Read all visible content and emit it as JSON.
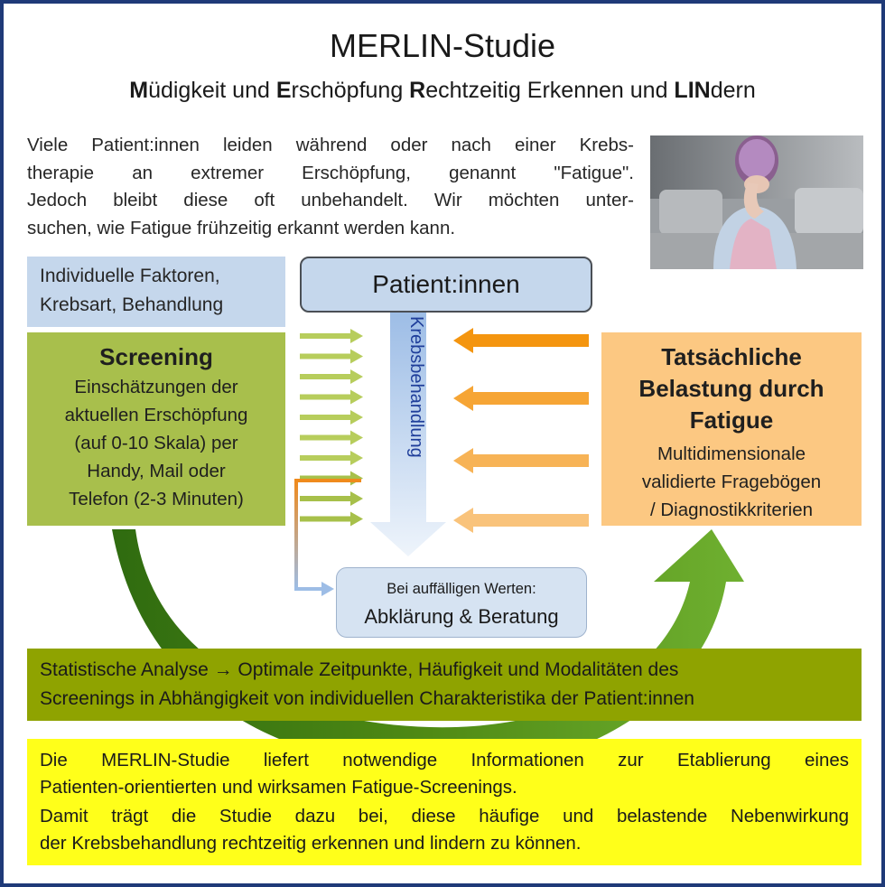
{
  "title": "MERLIN-Studie",
  "subtitle": {
    "parts": [
      {
        "bold": "M",
        "rest": "üdigkeit und "
      },
      {
        "bold": "E",
        "rest": "rschöpfung "
      },
      {
        "bold": "R",
        "rest": "echtzeitig Erkennen und "
      },
      {
        "bold": "LIN",
        "rest": "dern"
      }
    ]
  },
  "intro_lines": [
    "Viele Patient:innen leiden während oder nach einer Krebs-",
    "therapie an extremer Erschöpfung, genannt \"Fatigue\".",
    "Jedoch bleibt diese oft unbehandelt. Wir möchten unter-",
    "suchen, wie Fatigue frühzeitig erkannt werden kann."
  ],
  "factors": {
    "line1": "Individuelle Faktoren,",
    "line2": "Krebsart, Behandlung"
  },
  "patients": "Patient:innen",
  "treatment": "Krebsbehandlung",
  "screening": {
    "heading": "Screening",
    "lines": [
      "Einschätzungen der",
      "aktuellen Erschöpfung",
      "(auf 0-10 Skala) per",
      "Handy, Mail oder",
      "Telefon (2-3 Minuten)"
    ]
  },
  "burden": {
    "heading_lines": [
      "Tatsächliche",
      "Belastung durch",
      "Fatigue"
    ],
    "lines": [
      "Multidimensionale",
      "validierte Fragebögen",
      "/ Diagnostikkriterien"
    ]
  },
  "clarify": {
    "line1": "Bei auffälligen Werten:",
    "line2": "Abklärung & Beratung"
  },
  "stats": {
    "line1": "Statistische Analyse → Optimale Zeitpunkte, Häufigkeit und Modalitäten des",
    "line2": "Screenings in Abhängigkeit von individuellen Charakteristika der Patient:innen"
  },
  "conclusion": {
    "lines": [
      "Die MERLIN-Studie liefert notwendige Informationen zur Etablierung eines",
      "Patienten-orientierten und wirksamen Fatigue-Screenings.",
      "Damit trägt die Studie dazu bei, diese häufige und belastende Nebenwirkung",
      "der Krebsbehandlung rechtzeitig erkennen und lindern zu können."
    ]
  },
  "colors": {
    "frame": "#1f3a78",
    "screening": "#a8bf4c",
    "burden": "#fcc882",
    "stats": "#8fa300",
    "conclusion": "#ffff1a",
    "green_arrow": "#5f9a1e",
    "orange_arrow": "#f5a623",
    "light_blue": "#c5d7ec"
  },
  "icons": [
    "woman-photo",
    "green-arc-arrow",
    "green-right-arrows",
    "orange-left-arrows",
    "blue-down-arrow",
    "elbow-arrow"
  ]
}
